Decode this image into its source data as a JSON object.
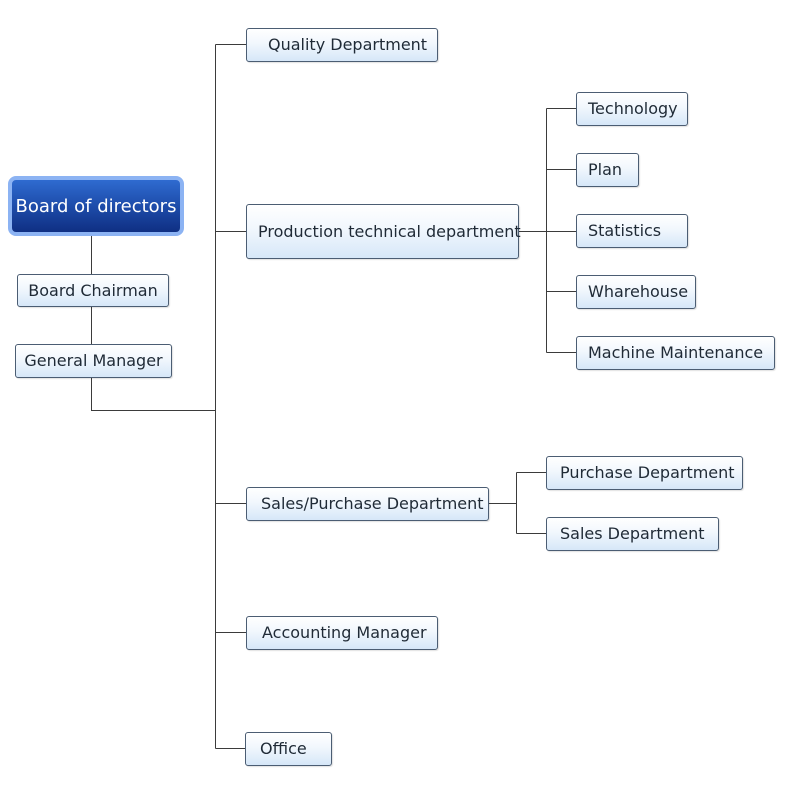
{
  "diagram": {
    "root": {
      "label": "Board of directors"
    },
    "chairman": {
      "label": "Board Chairman"
    },
    "general_manager": {
      "label": "General Manager"
    },
    "departments": [
      {
        "label": "Quality Department"
      },
      {
        "label": "Production technical department",
        "children": [
          {
            "label": "Technology"
          },
          {
            "label": "Plan"
          },
          {
            "label": "Statistics"
          },
          {
            "label": "Wharehouse"
          },
          {
            "label": "Machine Maintenance"
          }
        ]
      },
      {
        "label": "Sales/Purchase Department",
        "children": [
          {
            "label": "Purchase Department"
          },
          {
            "label": "Sales Department"
          }
        ]
      },
      {
        "label": "Accounting Manager"
      },
      {
        "label": "Office"
      }
    ]
  }
}
